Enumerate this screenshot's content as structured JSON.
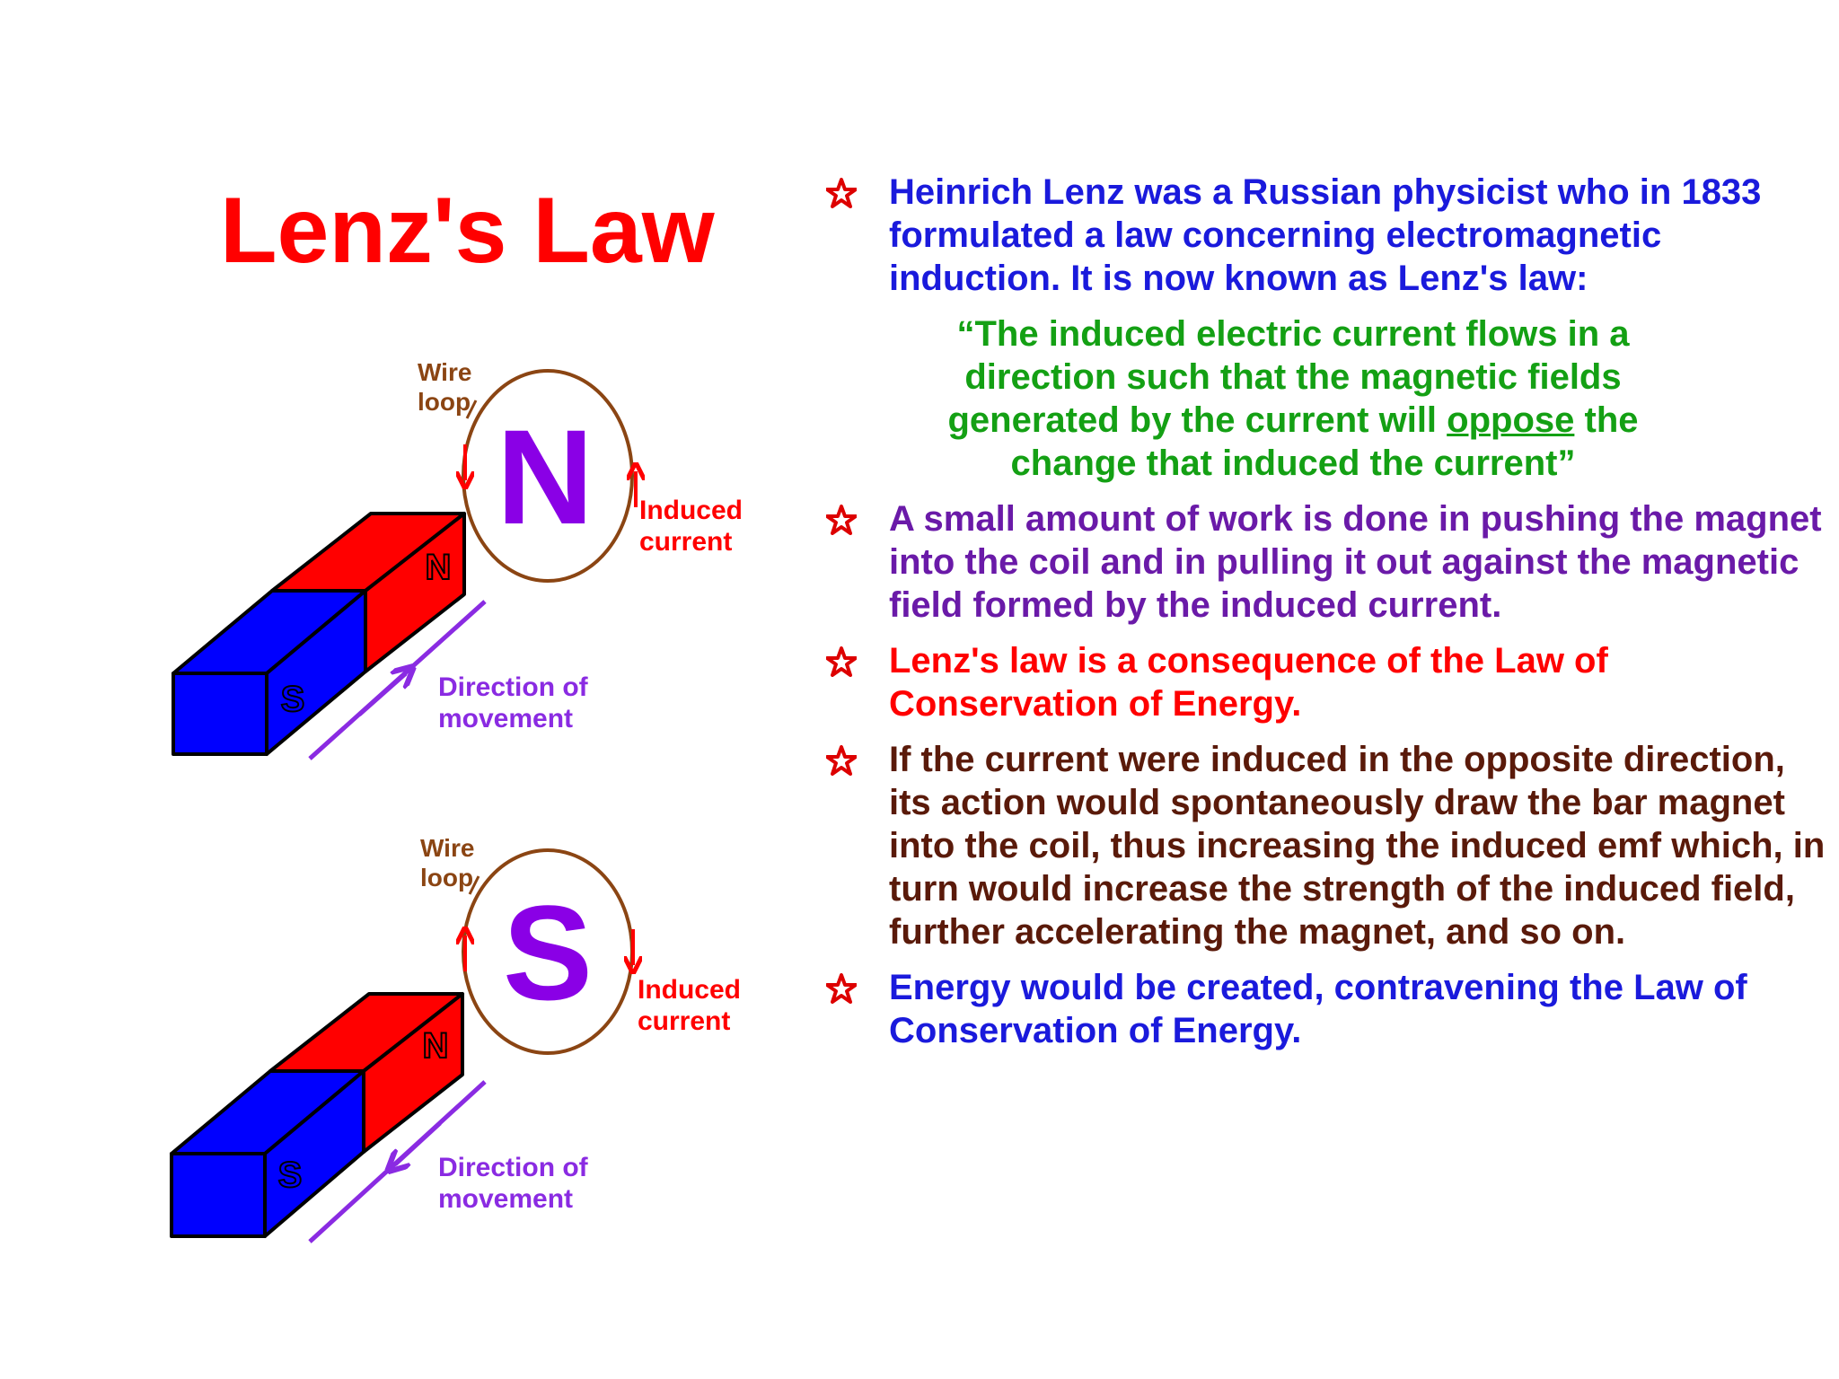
{
  "title": "Lenz's Law",
  "diagram_top": {
    "wire_label_1": "Wire",
    "wire_label_2": "loop",
    "pole": "N",
    "magnet_end_label": "N",
    "magnet_back_label": "S",
    "current_label_1": "Induced",
    "current_label_2": "current",
    "movement_label_1": "Direction of",
    "movement_label_2": "movement"
  },
  "diagram_bottom": {
    "wire_label_1": "Wire",
    "wire_label_2": "loop",
    "pole": "S",
    "magnet_end_label": "N",
    "magnet_back_label": "S",
    "current_label_1": "Induced",
    "current_label_2": "current",
    "movement_label_1": "Direction of",
    "movement_label_2": "movement"
  },
  "bullets": [
    {
      "text": "Heinrich  Lenz was a Russian physicist who in 1833 formulated a law concerning electromagnetic induction.  It is now known as Lenz's law:",
      "color": "#1a1adc"
    },
    {
      "text": "A small amount of work is done in pushing the magnet into the coil and in pulling it out against the magnetic field formed by the induced current.",
      "color": "#6a1aa8"
    },
    {
      "text": "Lenz's law is a consequence of the Law of Conservation of Energy.",
      "color": "#ff0000"
    },
    {
      "text": "If the current were induced in the opposite direction, its action would spontaneously draw the bar magnet into the coil, thus increasing the induced emf which, in turn would increase the strength of the induced field, further accelerating the magnet, and so on.",
      "color": "#5a1a0a"
    },
    {
      "text": "Energy would be created, contravening the Law of Conservation of Energy.",
      "color": "#1a1adc"
    }
  ],
  "quote": {
    "before": "“The induced electric current flows in a direction such that the magnetic fields generated by the current will ",
    "emphasis": "oppose",
    "after": " the change that induced the current”"
  },
  "colors": {
    "title": "#ff0000",
    "magnet_red": "#ff0000",
    "magnet_blue": "#0000ff",
    "loop": "#8b4513",
    "arrow_red": "#ff0000",
    "movement_arrow": "#8a2be2",
    "pole_letter": "#8a00e6",
    "quote": "#14a014",
    "star": "#dd0000"
  }
}
